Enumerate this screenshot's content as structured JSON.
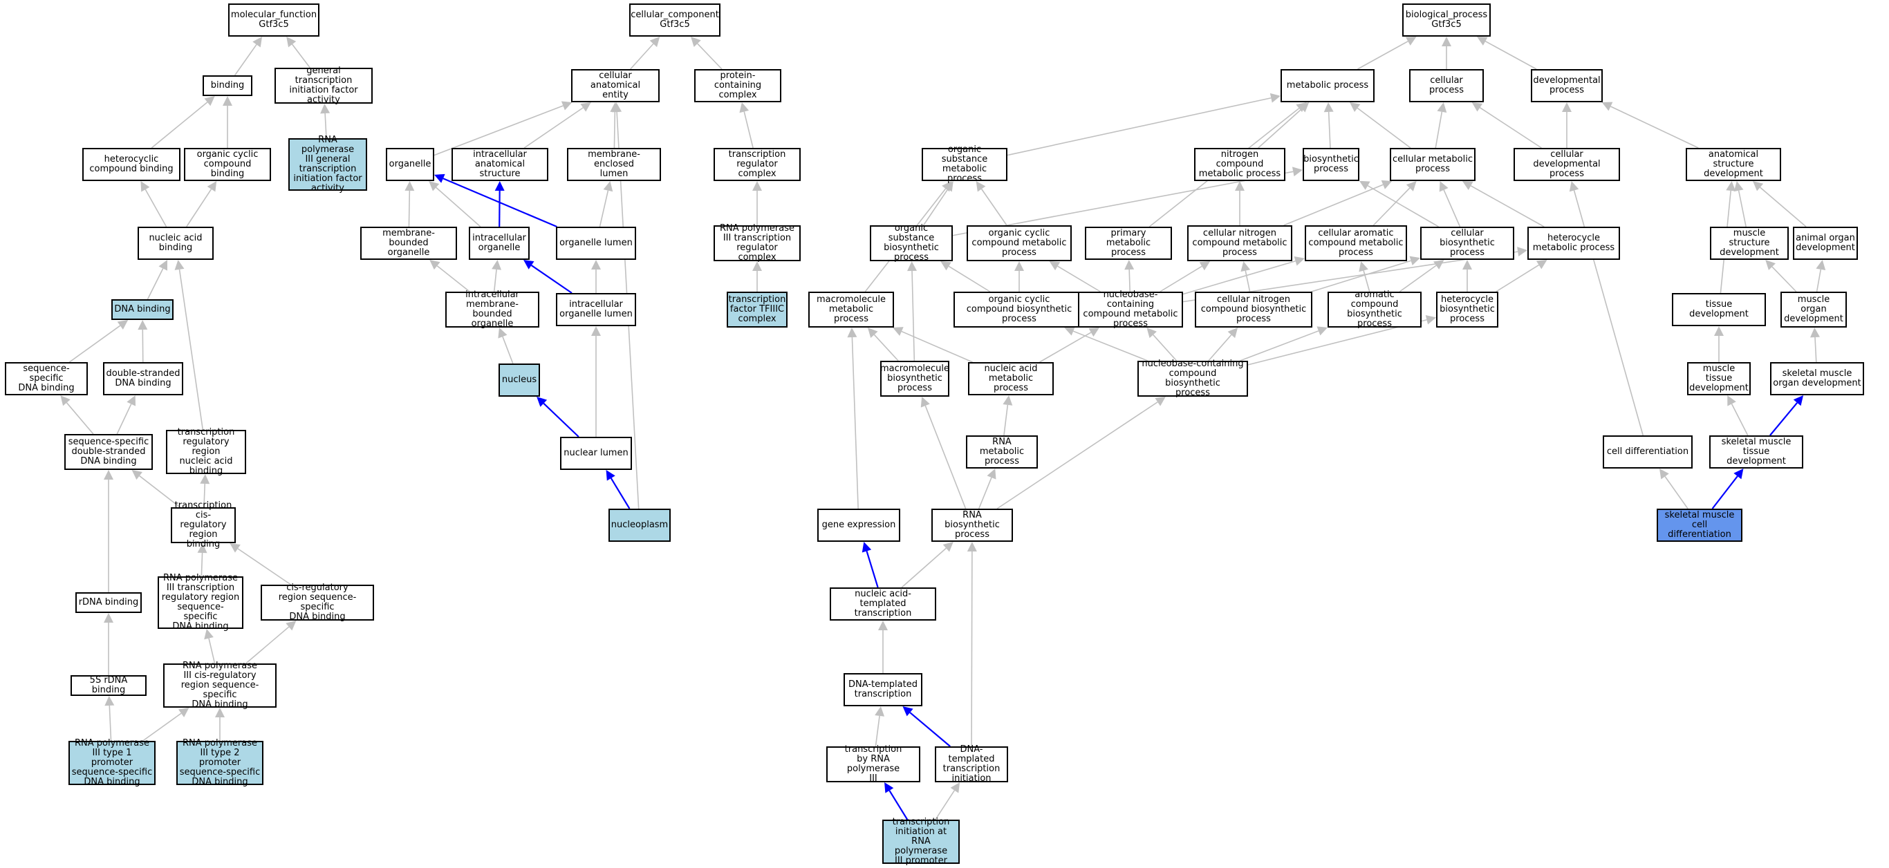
{
  "colors": {
    "edge_default": "#c0c0c0",
    "edge_highlight": "#0000ff",
    "annotated_fill": "#add8e6",
    "focus_fill": "#6495ed",
    "node_fill": "#ffffff",
    "border": "#000000"
  },
  "nodes": {
    "mf_root": {
      "label": "molecular_function\nGtf3c5",
      "style": "normal"
    },
    "binding": {
      "label": "binding",
      "style": "normal"
    },
    "gtifa": {
      "label": "general transcription\ninitiation factor\nactivity",
      "style": "normal"
    },
    "rnapol3_gtifa": {
      "label": "RNA polymerase\nIII general\ntranscription\ninitiation factor\nactivity",
      "style": "annotated"
    },
    "hetcyc_bind": {
      "label": "heterocyclic\ncompound binding",
      "style": "normal"
    },
    "orgcyc_bind": {
      "label": "organic cyclic\ncompound binding",
      "style": "normal"
    },
    "na_bind": {
      "label": "nucleic acid\nbinding",
      "style": "normal"
    },
    "dna_bind": {
      "label": "DNA binding",
      "style": "annotated"
    },
    "ss_dna_bind": {
      "label": "sequence-specific\nDNA binding",
      "style": "normal"
    },
    "ds_dna_bind": {
      "label": "double-stranded\nDNA binding",
      "style": "normal"
    },
    "ss_ds_dna_bind": {
      "label": "sequence-specific\ndouble-stranded\nDNA binding",
      "style": "normal"
    },
    "tr_reg_na_bind": {
      "label": "transcription\nregulatory region\nnucleic acid\nbinding",
      "style": "normal"
    },
    "tcr_bind": {
      "label": "transcription\ncis-regulatory\nregion binding",
      "style": "normal"
    },
    "rdna_bind": {
      "label": "rDNA binding",
      "style": "normal"
    },
    "rnapol3_trr_bind": {
      "label": "RNA polymerase\nIII transcription\nregulatory region\nsequence-specific\nDNA binding",
      "style": "normal"
    },
    "cr_ss_bind": {
      "label": "cis-regulatory\nregion sequence-specific\nDNA binding",
      "style": "normal"
    },
    "s5_rdna_bind": {
      "label": "5S rDNA binding",
      "style": "normal"
    },
    "rnapol3_cr_bind": {
      "label": "RNA polymerase\nIII cis-regulatory\nregion sequence-specific\nDNA binding",
      "style": "normal"
    },
    "type1_prom": {
      "label": "RNA polymerase\nIII type 1 promoter\nsequence-specific\nDNA binding",
      "style": "annotated"
    },
    "type2_prom": {
      "label": "RNA polymerase\nIII type 2 promoter\nsequence-specific\nDNA binding",
      "style": "annotated"
    },
    "cc_root": {
      "label": "cellular_component\nGtf3c5",
      "style": "normal"
    },
    "cae": {
      "label": "cellular anatomical\nentity",
      "style": "normal"
    },
    "pcc": {
      "label": "protein-containing\ncomplex",
      "style": "normal"
    },
    "organelle": {
      "label": "organelle",
      "style": "normal"
    },
    "ias": {
      "label": "intracellular\nanatomical structure",
      "style": "normal"
    },
    "mel": {
      "label": "membrane-enclosed\nlumen",
      "style": "normal"
    },
    "trc": {
      "label": "transcription\nregulator complex",
      "style": "normal"
    },
    "mbo": {
      "label": "membrane-bounded\norganelle",
      "style": "normal"
    },
    "io": {
      "label": "intracellular\norganelle",
      "style": "normal"
    },
    "ol": {
      "label": "organelle lumen",
      "style": "normal"
    },
    "rnapol3_trc": {
      "label": "RNA polymerase\nIII transcription\nregulator complex",
      "style": "normal"
    },
    "imbo": {
      "label": "intracellular\nmembrane-bounded\norganelle",
      "style": "normal"
    },
    "iol": {
      "label": "intracellular\norganelle lumen",
      "style": "normal"
    },
    "tfiiic": {
      "label": "transcription\nfactor TFIIIC\ncomplex",
      "style": "annotated"
    },
    "nucleus": {
      "label": "nucleus",
      "style": "annotated"
    },
    "nl": {
      "label": "nuclear lumen",
      "style": "normal"
    },
    "nucleoplasm": {
      "label": "nucleoplasm",
      "style": "annotated"
    },
    "bp_root": {
      "label": "biological_process\nGtf3c5",
      "style": "normal"
    },
    "mp": {
      "label": "metabolic process",
      "style": "normal"
    },
    "cp": {
      "label": "cellular process",
      "style": "normal"
    },
    "dp": {
      "label": "developmental\nprocess",
      "style": "normal"
    },
    "osmp": {
      "label": "organic substance\nmetabolic process",
      "style": "normal"
    },
    "ncmp": {
      "label": "nitrogen compound\nmetabolic process",
      "style": "normal"
    },
    "bsp": {
      "label": "biosynthetic\nprocess",
      "style": "normal"
    },
    "cmp": {
      "label": "cellular metabolic\nprocess",
      "style": "normal"
    },
    "cdp": {
      "label": "cellular developmental\nprocess",
      "style": "normal"
    },
    "asd": {
      "label": "anatomical structure\ndevelopment",
      "style": "normal"
    },
    "osbp": {
      "label": "organic substance\nbiosynthetic\nprocess",
      "style": "normal"
    },
    "occmp": {
      "label": "organic cyclic\ncompound metabolic\nprocess",
      "style": "normal"
    },
    "pmp": {
      "label": "primary metabolic\nprocess",
      "style": "normal"
    },
    "cncmp": {
      "label": "cellular nitrogen\ncompound metabolic\nprocess",
      "style": "normal"
    },
    "cacmp": {
      "label": "cellular aromatic\ncompound metabolic\nprocess",
      "style": "normal"
    },
    "cbp": {
      "label": "cellular biosynthetic\nprocess",
      "style": "normal"
    },
    "hmp": {
      "label": "heterocycle\nmetabolic process",
      "style": "normal"
    },
    "msd": {
      "label": "muscle structure\ndevelopment",
      "style": "normal"
    },
    "aod": {
      "label": "animal organ\ndevelopment",
      "style": "normal"
    },
    "mmp": {
      "label": "macromolecule\nmetabolic process",
      "style": "normal"
    },
    "occbp": {
      "label": "organic cyclic\ncompound biosynthetic\nprocess",
      "style": "normal"
    },
    "nbcmp": {
      "label": "nucleobase-containing\ncompound metabolic\nprocess",
      "style": "normal"
    },
    "cncbp": {
      "label": "cellular nitrogen\ncompound biosynthetic\nprocess",
      "style": "normal"
    },
    "acbp": {
      "label": "aromatic compound\nbiosynthetic\nprocess",
      "style": "normal"
    },
    "hbp": {
      "label": "heterocycle\nbiosynthetic\nprocess",
      "style": "normal"
    },
    "td": {
      "label": "tissue development",
      "style": "normal"
    },
    "mod": {
      "label": "muscle organ\ndevelopment",
      "style": "normal"
    },
    "mbp": {
      "label": "macromolecule\nbiosynthetic\nprocess",
      "style": "normal"
    },
    "namp": {
      "label": "nucleic acid\nmetabolic process",
      "style": "normal"
    },
    "nbcbp": {
      "label": "nucleobase-containing\ncompound biosynthetic\nprocess",
      "style": "normal"
    },
    "mtd": {
      "label": "muscle tissue\ndevelopment",
      "style": "normal"
    },
    "smod": {
      "label": "skeletal muscle\norgan development",
      "style": "normal"
    },
    "rmp": {
      "label": "RNA metabolic\nprocess",
      "style": "normal"
    },
    "cdiff": {
      "label": "cell differentiation",
      "style": "normal"
    },
    "smtd": {
      "label": "skeletal muscle\ntissue development",
      "style": "normal"
    },
    "ge": {
      "label": "gene expression",
      "style": "normal"
    },
    "rbp": {
      "label": "RNA biosynthetic\nprocess",
      "style": "normal"
    },
    "smcd": {
      "label": "skeletal muscle\ncell differentiation",
      "style": "focus"
    },
    "nat": {
      "label": "nucleic acid-templated\ntranscription",
      "style": "normal"
    },
    "dt": {
      "label": "DNA-templated\ntranscription",
      "style": "normal"
    },
    "trp3": {
      "label": "transcription\nby RNA polymerase\nIII",
      "style": "normal"
    },
    "dti": {
      "label": "DNA-templated\ntranscription\ninitiation",
      "style": "normal"
    },
    "tip3": {
      "label": "transcription\ninitiation at\nRNA polymerase\nIII promoter",
      "style": "annotated"
    }
  },
  "edges": [
    [
      "binding",
      "mf_root",
      false
    ],
    [
      "gtifa",
      "mf_root",
      false
    ],
    [
      "rnapol3_gtifa",
      "gtifa",
      false
    ],
    [
      "hetcyc_bind",
      "binding",
      false
    ],
    [
      "orgcyc_bind",
      "binding",
      false
    ],
    [
      "na_bind",
      "hetcyc_bind",
      false
    ],
    [
      "na_bind",
      "orgcyc_bind",
      false
    ],
    [
      "dna_bind",
      "na_bind",
      false
    ],
    [
      "tr_reg_na_bind",
      "na_bind",
      false
    ],
    [
      "ss_dna_bind",
      "dna_bind",
      false
    ],
    [
      "ds_dna_bind",
      "dna_bind",
      false
    ],
    [
      "ss_ds_dna_bind",
      "ss_dna_bind",
      false
    ],
    [
      "ss_ds_dna_bind",
      "ds_dna_bind",
      false
    ],
    [
      "tcr_bind",
      "ss_ds_dna_bind",
      false
    ],
    [
      "tcr_bind",
      "tr_reg_na_bind",
      false
    ],
    [
      "rdna_bind",
      "ss_ds_dna_bind",
      false
    ],
    [
      "rnapol3_trr_bind",
      "tcr_bind",
      false
    ],
    [
      "cr_ss_bind",
      "tcr_bind",
      false
    ],
    [
      "s5_rdna_bind",
      "rdna_bind",
      false
    ],
    [
      "rnapol3_cr_bind",
      "rnapol3_trr_bind",
      false
    ],
    [
      "rnapol3_cr_bind",
      "cr_ss_bind",
      false
    ],
    [
      "type1_prom",
      "s5_rdna_bind",
      false
    ],
    [
      "type1_prom",
      "rnapol3_cr_bind",
      false
    ],
    [
      "type2_prom",
      "rnapol3_cr_bind",
      false
    ],
    [
      "cae",
      "cc_root",
      false
    ],
    [
      "pcc",
      "cc_root",
      false
    ],
    [
      "organelle",
      "cae",
      false
    ],
    [
      "ias",
      "cae",
      false
    ],
    [
      "mel",
      "cae",
      false
    ],
    [
      "nucleoplasm",
      "cae",
      false
    ],
    [
      "trc",
      "pcc",
      false
    ],
    [
      "mbo",
      "organelle",
      false
    ],
    [
      "io",
      "organelle",
      false
    ],
    [
      "io",
      "ias",
      true
    ],
    [
      "ol",
      "organelle",
      true
    ],
    [
      "ol",
      "mel",
      false
    ],
    [
      "rnapol3_trc",
      "trc",
      false
    ],
    [
      "tfiiic",
      "rnapol3_trc",
      false
    ],
    [
      "imbo",
      "mbo",
      false
    ],
    [
      "imbo",
      "io",
      false
    ],
    [
      "iol",
      "io",
      true
    ],
    [
      "iol",
      "ol",
      false
    ],
    [
      "nucleus",
      "imbo",
      false
    ],
    [
      "nl",
      "iol",
      false
    ],
    [
      "nl",
      "nucleus",
      true
    ],
    [
      "nucleoplasm",
      "nl",
      true
    ],
    [
      "mp",
      "bp_root",
      false
    ],
    [
      "cp",
      "bp_root",
      false
    ],
    [
      "dp",
      "bp_root",
      false
    ],
    [
      "osmp",
      "mp",
      false
    ],
    [
      "ncmp",
      "mp",
      false
    ],
    [
      "bsp",
      "mp",
      false
    ],
    [
      "cmp",
      "mp",
      false
    ],
    [
      "cmp",
      "cp",
      false
    ],
    [
      "pmp",
      "mp",
      false
    ],
    [
      "cdp",
      "cp",
      false
    ],
    [
      "cdp",
      "dp",
      false
    ],
    [
      "asd",
      "dp",
      false
    ],
    [
      "osbp",
      "osmp",
      false
    ],
    [
      "occmp",
      "osmp",
      false
    ],
    [
      "mmp",
      "osmp",
      false
    ],
    [
      "osbp",
      "bsp",
      false
    ],
    [
      "cncmp",
      "ncmp",
      false
    ],
    [
      "cncmp",
      "cmp",
      false
    ],
    [
      "cacmp",
      "cmp",
      false
    ],
    [
      "cbp",
      "cmp",
      false
    ],
    [
      "cbp",
      "bsp",
      false
    ],
    [
      "hmp",
      "cmp",
      false
    ],
    [
      "msd",
      "asd",
      false
    ],
    [
      "aod",
      "asd",
      false
    ],
    [
      "td",
      "asd",
      false
    ],
    [
      "occbp",
      "occmp",
      false
    ],
    [
      "occbp",
      "osbp",
      false
    ],
    [
      "nbcmp",
      "occmp",
      false
    ],
    [
      "nbcmp",
      "pmp",
      false
    ],
    [
      "nbcmp",
      "cncmp",
      false
    ],
    [
      "nbcmp",
      "cacmp",
      false
    ],
    [
      "nbcmp",
      "hmp",
      false
    ],
    [
      "cncbp",
      "cncmp",
      false
    ],
    [
      "cncbp",
      "cbp",
      false
    ],
    [
      "acbp",
      "cacmp",
      false
    ],
    [
      "acbp",
      "cbp",
      false
    ],
    [
      "hbp",
      "hmp",
      false
    ],
    [
      "hbp",
      "cbp",
      false
    ],
    [
      "mod",
      "msd",
      false
    ],
    [
      "mod",
      "aod",
      false
    ],
    [
      "mtd",
      "td",
      false
    ],
    [
      "mbp",
      "mmp",
      false
    ],
    [
      "mbp",
      "osbp",
      false
    ],
    [
      "namp",
      "mmp",
      false
    ],
    [
      "namp",
      "nbcmp",
      false
    ],
    [
      "nbcbp",
      "occbp",
      false
    ],
    [
      "nbcbp",
      "nbcmp",
      false
    ],
    [
      "nbcbp",
      "cncbp",
      false
    ],
    [
      "nbcbp",
      "acbp",
      false
    ],
    [
      "nbcbp",
      "hbp",
      false
    ],
    [
      "smod",
      "mod",
      false
    ],
    [
      "smtd",
      "mtd",
      false
    ],
    [
      "smtd",
      "smod",
      true
    ],
    [
      "rmp",
      "namp",
      false
    ],
    [
      "cdiff",
      "cdp",
      false
    ],
    [
      "ge",
      "mmp",
      false
    ],
    [
      "rbp",
      "mbp",
      false
    ],
    [
      "rbp",
      "rmp",
      false
    ],
    [
      "rbp",
      "nbcbp",
      false
    ],
    [
      "smcd",
      "cdiff",
      false
    ],
    [
      "smcd",
      "smtd",
      true
    ],
    [
      "nat",
      "ge",
      true
    ],
    [
      "nat",
      "rbp",
      false
    ],
    [
      "dt",
      "nat",
      false
    ],
    [
      "trp3",
      "dt",
      false
    ],
    [
      "dti",
      "dt",
      true
    ],
    [
      "dti",
      "rbp",
      false
    ],
    [
      "tip3",
      "trp3",
      true
    ],
    [
      "tip3",
      "dti",
      false
    ]
  ]
}
